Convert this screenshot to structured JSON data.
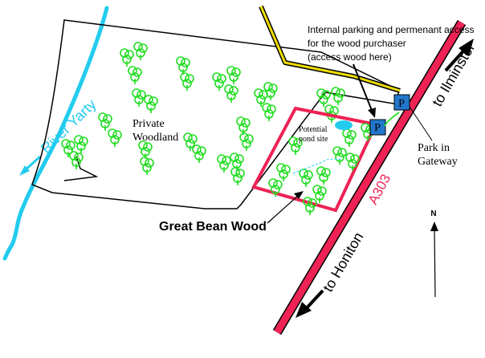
{
  "colors": {
    "river": "#22ccee",
    "road": "#ee2255",
    "lane": "#eedd00",
    "tree": "#22dd22",
    "parking": "#2277cc",
    "pond": "#22ccee",
    "stream": "#22ccee",
    "outline": "#000000"
  },
  "labels": {
    "river": "River Yarty",
    "private_woodland_line1": "Private",
    "private_woodland_line2": "Woodland",
    "potential_pond_line1": "Potential",
    "potential_pond_line2": "pond site",
    "great_bean_wood": "Great Bean Wood",
    "internal_parking_line1": "Internal parking and permenant access",
    "internal_parking_line2": "for the wood purchaser",
    "internal_parking_line3": "(access wood here)",
    "park_in_line1": "Park in",
    "park_in_line2": "Gateway",
    "road_name": "A303",
    "to_ilminster": "to Ilminster",
    "to_honiton": "to Honiton",
    "north": "N",
    "parking_symbol_1": "P",
    "parking_symbol_2": "P"
  },
  "icons": {
    "tree": "tree-icon",
    "parking": "parking-icon",
    "north_arrow": "north-arrow-icon"
  }
}
